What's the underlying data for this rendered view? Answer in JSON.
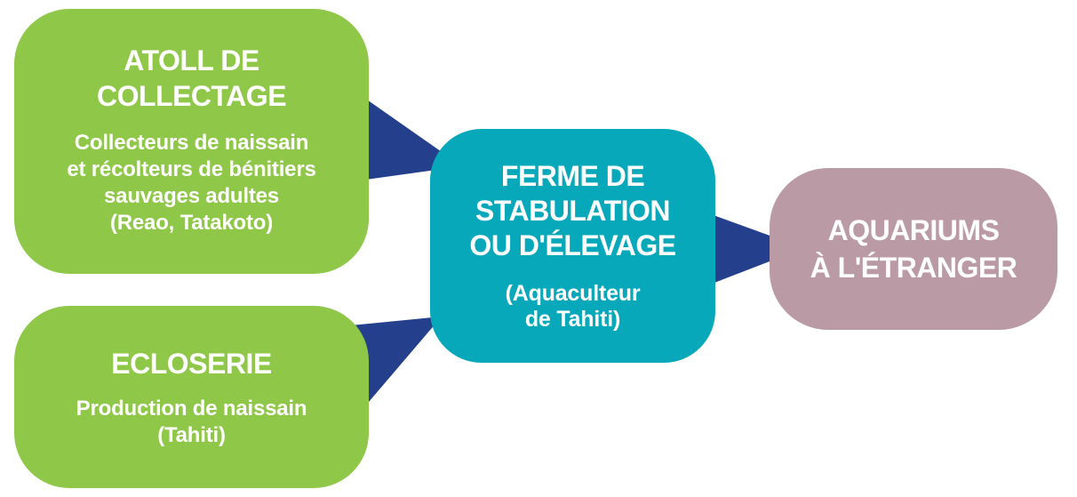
{
  "colors": {
    "green": "#8fc748",
    "teal": "#08a8bb",
    "mauve": "#b99aa5",
    "arrow": "#243f8c"
  },
  "nodes": {
    "collectage": {
      "title": [
        "ATOLL DE",
        "COLLECTAGE"
      ],
      "subtitle": [
        "Collecteurs de naissain",
        "et récolteurs de bénitiers",
        "sauvages adultes",
        "(Reao, Tatakoto)"
      ]
    },
    "ecloserie": {
      "title": [
        "ECLOSERIE"
      ],
      "subtitle": [
        "Production de naissain",
        "(Tahiti)"
      ]
    },
    "ferme": {
      "title": [
        "FERME DE",
        "STABULATION",
        "OU D'ÉLEVAGE"
      ],
      "subtitle": [
        "(Aquaculteur",
        "de Tahiti)"
      ]
    },
    "aquariums": {
      "title": [
        "AQUARIUMS",
        "À L'ÉTRANGER"
      ]
    }
  }
}
